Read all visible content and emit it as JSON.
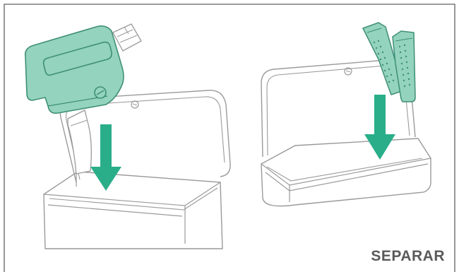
{
  "caption": {
    "label": "SEPARAR"
  },
  "colors": {
    "border": "#606060",
    "outline": "#9a9a9a",
    "part_fill": "#94d3bd",
    "part_stroke": "#3f8f78",
    "arrow": "#2aae8a",
    "caption_text": "#5a5a5a",
    "background": "#ffffff"
  },
  "panels": [
    {
      "name": "left",
      "box": "open-box-icon",
      "item": "handpiece-icon",
      "arrow_direction": "down"
    },
    {
      "name": "right",
      "box": "open-box-icon",
      "item": "blade-cartridges-icon",
      "arrow_direction": "down"
    }
  ]
}
